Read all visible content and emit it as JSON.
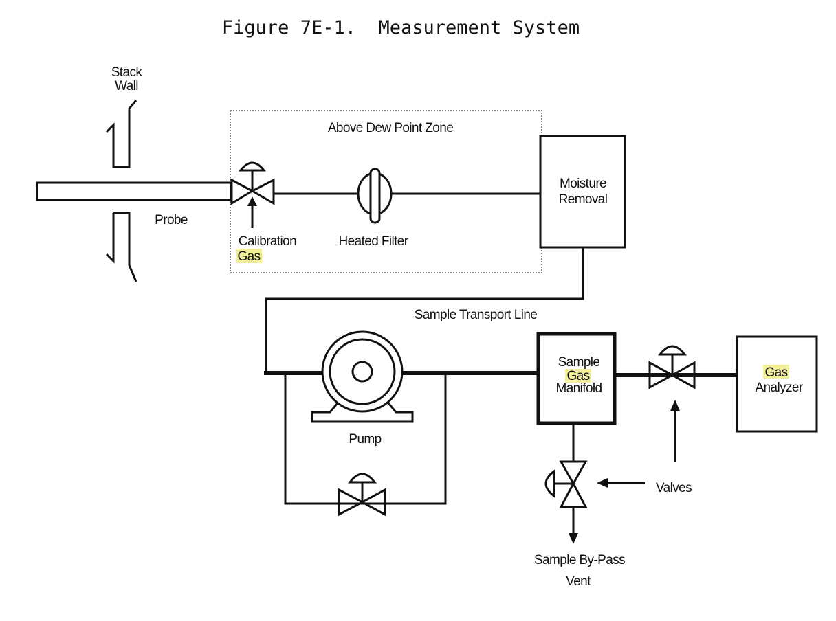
{
  "figure": {
    "title": "Figure 7E-1.  Measurement System"
  },
  "zone": {
    "label": "Above Dew Point Zone"
  },
  "labels": {
    "stack_wall_line1": "Stack",
    "stack_wall_line2": "Wall",
    "probe": "Probe",
    "calibration_line1": "Calibration",
    "calibration_line2": "Gas",
    "heated_filter": "Heated Filter",
    "moisture_line1": "Moisture",
    "moisture_line2": "Removal",
    "transport_line": "Sample Transport Line",
    "pump": "Pump",
    "manifold_line1": "Sample",
    "manifold_line2": "Gas",
    "manifold_line3": "Manifold",
    "analyzer_line1": "Gas",
    "analyzer_line2": "Analyzer",
    "valves": "Valves",
    "bypass_line1": "Sample By-Pass",
    "bypass_line2": "Vent"
  },
  "colors": {
    "line": "#111111",
    "highlight": "#f2ee9a",
    "zone_border": "#888888",
    "background": "#ffffff"
  }
}
